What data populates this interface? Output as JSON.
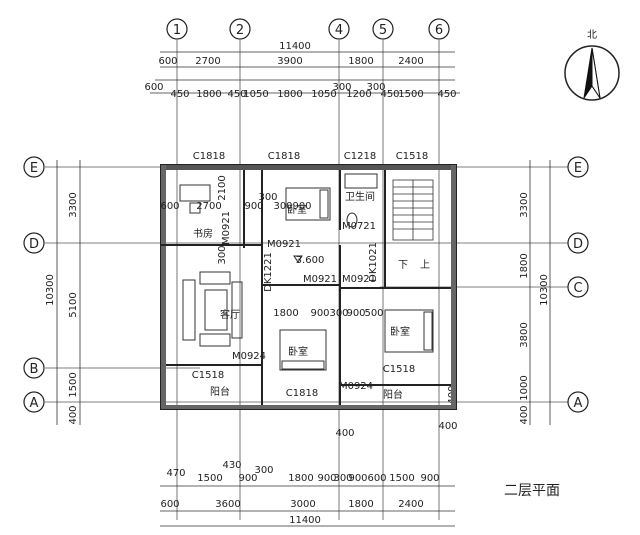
{
  "title": "二层平面",
  "north_label": "北",
  "axes_top": [
    "1",
    "2",
    "4",
    "5",
    "6"
  ],
  "axes_side": [
    "E",
    "D",
    "C",
    "B",
    "A"
  ],
  "dims": {
    "top_total": "11400",
    "top_row1": [
      "600",
      "2700",
      "3900",
      "1800",
      "2400"
    ],
    "top_row2": [
      "600",
      "450",
      "1800",
      "450",
      "1050",
      "1800",
      "1050",
      "300",
      "1200",
      "300",
      "450",
      "1500",
      "450"
    ],
    "left_total": "10300",
    "left_segs": [
      "3300",
      "5100",
      "1500",
      "400"
    ],
    "right_total": "10300",
    "right_segs": [
      "3300",
      "1800",
      "3800",
      "1000",
      "400"
    ],
    "bottom_row1": [
      "470",
      "430",
      "1500",
      "900",
      "300",
      "1800",
      "900",
      "300",
      "900",
      "600",
      "1500",
      "900"
    ],
    "bottom_row2": [
      "600",
      "3600",
      "3000",
      "1800",
      "2400"
    ],
    "bottom_total": "11400",
    "bottom_400a": "400",
    "bottom_400b": "400",
    "right_400": "400"
  },
  "rooms": {
    "study": "书房",
    "bedroom_ne": "卧室",
    "wc": "卫生间",
    "living": "客厅",
    "bedroom_s": "卧室",
    "bedroom_e": "卧室",
    "balcony_w": "阳台",
    "balcony_s": "阳台",
    "stair_down": "下",
    "stair_up": "上"
  },
  "openings": {
    "c1818_a": "C1818",
    "c1818_b": "C1818",
    "c1218": "C1218",
    "c1518_top": "C1518",
    "c1518_w": "C1518",
    "c1518_e": "C1518",
    "c1818_s": "C1818",
    "m0921_a": "M0921",
    "m0921_b": "M0921",
    "m0921_c": "M0921",
    "m0921_d": "M0921",
    "m0721": "M0721",
    "m0924_a": "M0924",
    "m0924_b": "M0924",
    "dk1221": "DK1221",
    "dk1021": "DK1021"
  },
  "inner_dims": {
    "d2100": "2100",
    "d2700": "2700",
    "d600": "600",
    "d900a": "900",
    "d900b": "900",
    "d900c": "900",
    "d900d": "900",
    "d300a": "300",
    "d300b": "300",
    "d300c": "300",
    "d300d": "300",
    "d1800": "1800",
    "d500": "500",
    "level": "3.600"
  }
}
